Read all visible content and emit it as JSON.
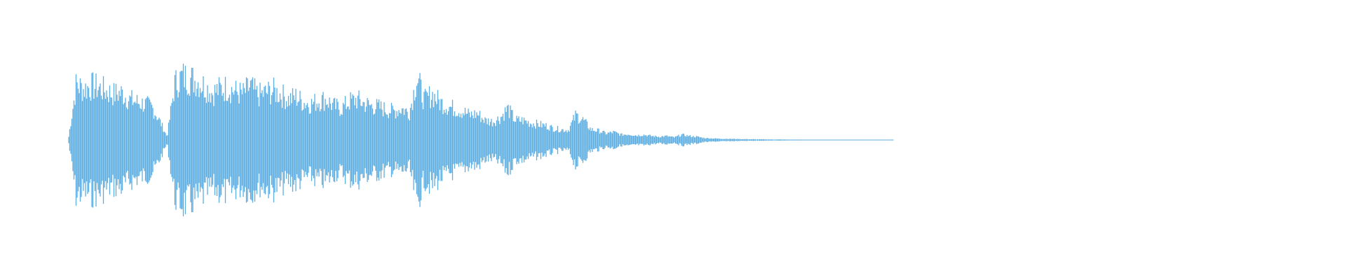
{
  "waveform": {
    "color": "#5dade2",
    "background": "#ffffff",
    "duration_fraction_visible": 0.66,
    "envelope": [
      0.05,
      0.85,
      0.78,
      0.82,
      0.8,
      0.74,
      0.7,
      0.72,
      0.62,
      0.58,
      0.55,
      0.5,
      0.3,
      0.05,
      0.85,
      0.97,
      0.94,
      0.9,
      0.82,
      0.72,
      0.78,
      0.8,
      0.74,
      0.7,
      0.82,
      0.68,
      0.72,
      0.75,
      0.7,
      0.62,
      0.66,
      0.58,
      0.55,
      0.6,
      0.62,
      0.52,
      0.48,
      0.58,
      0.62,
      0.56,
      0.52,
      0.5,
      0.46,
      0.44,
      0.48,
      0.42,
      0.95,
      0.6,
      0.7,
      0.58,
      0.52,
      0.48,
      0.44,
      0.38,
      0.4,
      0.3,
      0.28,
      0.34,
      0.48,
      0.3,
      0.3,
      0.26,
      0.24,
      0.22,
      0.18,
      0.16,
      0.15,
      0.38,
      0.3,
      0.16,
      0.14,
      0.1,
      0.12,
      0.08,
      0.09,
      0.07,
      0.08,
      0.06,
      0.05,
      0.06,
      0.04,
      0.08,
      0.06,
      0.05,
      0.03,
      0.025,
      0.02,
      0.018,
      0.016,
      0.014,
      0.012,
      0.01,
      0.01,
      0.008,
      0.008,
      0.007,
      0.006,
      0.006,
      0.005,
      0.005,
      0.004,
      0.004,
      0.004,
      0.003,
      0.003,
      0.003,
      0.002,
      0.002,
      0.002,
      0.001
    ]
  }
}
